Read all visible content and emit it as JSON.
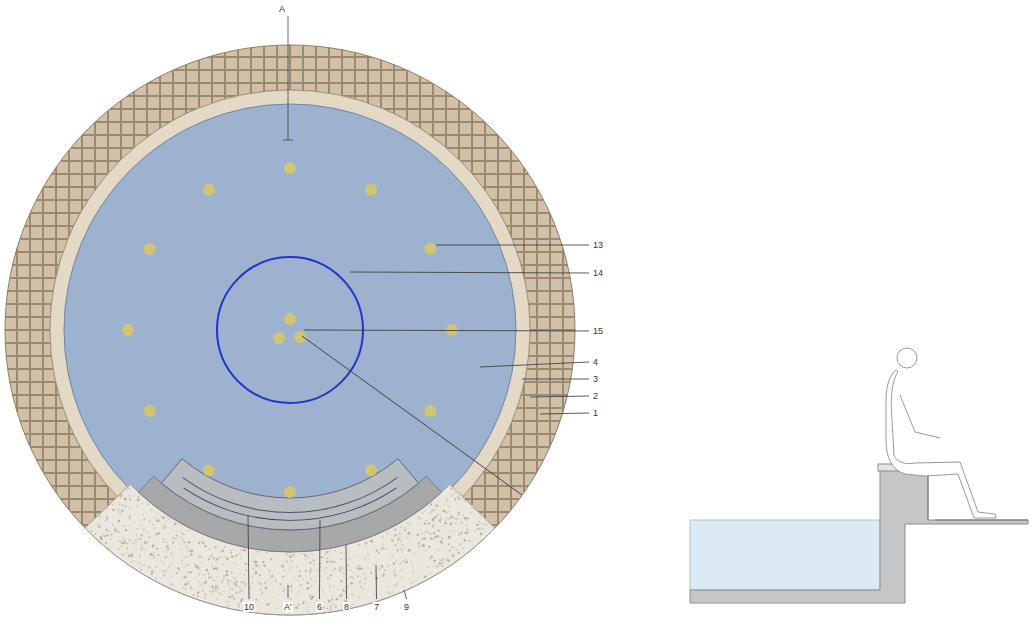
{
  "diagram": {
    "labels": [
      "A",
      "13",
      "14",
      "15",
      "4",
      "3",
      "2",
      "1",
      "10",
      "A'",
      "6",
      "8",
      "7",
      "9"
    ]
  }
}
